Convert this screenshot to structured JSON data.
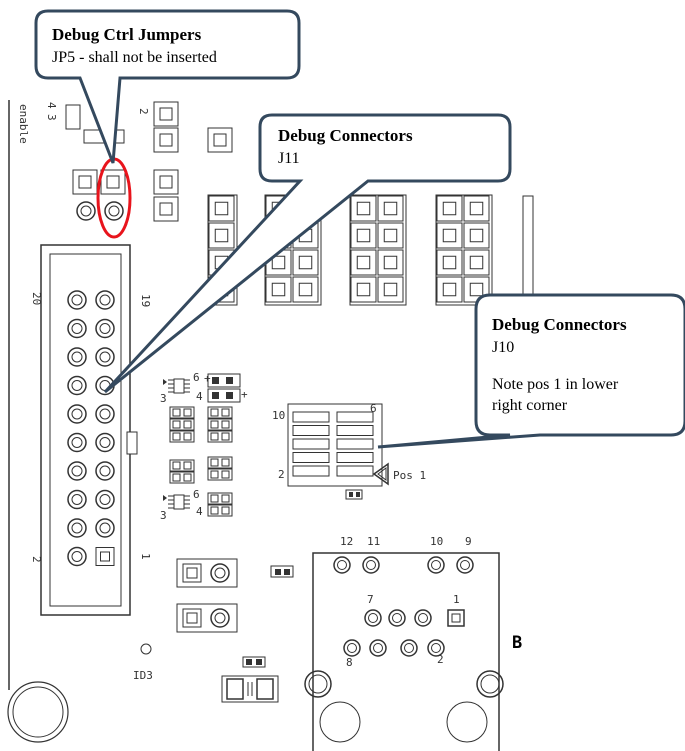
{
  "board": {
    "enable_label": "enable",
    "jp_pin_3": "3",
    "jp_pin_4": "4",
    "jp_pin_2": "2",
    "j11_pin_20": "20",
    "j11_pin_19": "19",
    "j11_pin_2": "2",
    "j11_pin_1": "1",
    "j10_pin_10": "10",
    "j10_pin_6": "6",
    "j10_pin_2": "2",
    "pos1_label": "Pos 1",
    "ic_top_pin_6": "6",
    "ic_top_pin_3": "3",
    "ic_top_pin_4": "4",
    "ic_bot_pin_6": "6",
    "ic_bot_pin_3": "3",
    "ic_bot_pin_4": "4",
    "plus_mark": "+",
    "id3_label": "ID3",
    "rj_12": "12",
    "rj_11": "11",
    "rj_10": "10",
    "rj_9": "9",
    "rj_7": "7",
    "rj_1": "1",
    "rj_8": "8",
    "rj_2": "2",
    "b_mark": "B"
  },
  "callouts": {
    "jumpers": {
      "title": "Debug Ctrl Jumpers",
      "line1": "JP5 - shall not be inserted"
    },
    "j11": {
      "title": "Debug Connectors",
      "line1": "J11"
    },
    "j10": {
      "title": "Debug  Connectors",
      "line1": "J10",
      "line2": "Note pos 1 in lower",
      "line3": "right corner"
    }
  },
  "colors": {
    "highlight": "#e8141c",
    "callout_border": "#34495e",
    "silkscreen": "#333333"
  }
}
